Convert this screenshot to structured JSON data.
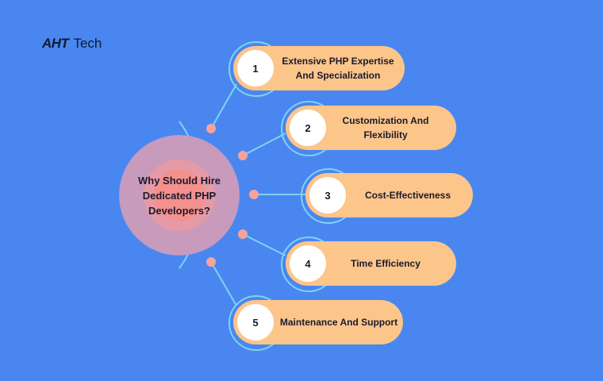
{
  "brand": {
    "logo_mark": "AHT",
    "logo_text": "Tech"
  },
  "center": {
    "title": "Why Should Hire Dedicated PHP Developers?"
  },
  "items": [
    {
      "number": "1",
      "label": "Extensive PHP Expertise And Specialization"
    },
    {
      "number": "2",
      "label": "Customization And Flexibility"
    },
    {
      "number": "3",
      "label": "Cost-Effectiveness"
    },
    {
      "number": "4",
      "label": "Time Efficiency"
    },
    {
      "number": "5",
      "label": "Maintenance And Support"
    }
  ],
  "colors": {
    "background": "#4a86f0",
    "pill": "#fcc58a",
    "ring": "#7dd3f2",
    "connector": "#7dd3f2",
    "dot": "#f6a39b",
    "text": "#1a1a2e"
  }
}
